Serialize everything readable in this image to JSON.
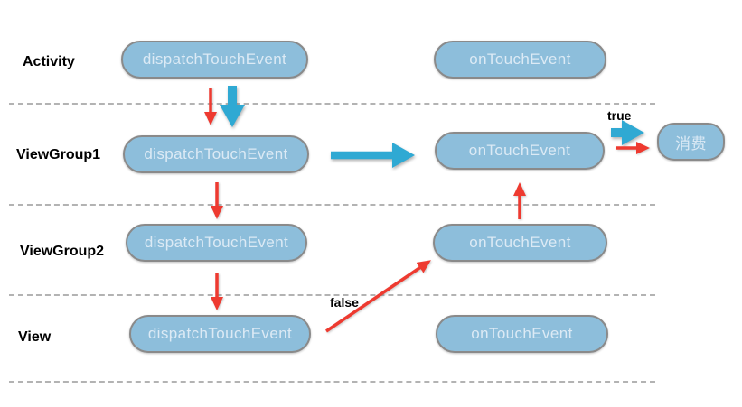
{
  "diagram": {
    "rows": [
      {
        "label": "Activity"
      },
      {
        "label": "ViewGroup1"
      },
      {
        "label": "ViewGroup2"
      },
      {
        "label": "View"
      }
    ],
    "nodes": {
      "activity_dispatch": "dispatchTouchEvent",
      "activity_ontouch": "onTouchEvent",
      "viewgroup1_dispatch": "dispatchTouchEvent",
      "viewgroup1_ontouch": "onTouchEvent",
      "viewgroup2_dispatch": "dispatchTouchEvent",
      "viewgroup2_ontouch": "onTouchEvent",
      "view_dispatch": "dispatchTouchEvent",
      "view_ontouch": "onTouchEvent",
      "consume": "消费"
    },
    "annotations": {
      "true_label": "true",
      "false_label": "false"
    },
    "colors": {
      "background": "#ffffff",
      "node-fill": "#8dbedb",
      "node-border": "#8a8a8a",
      "node-text": "#dceaf5",
      "red-arrow": "#ee3a30",
      "cyan-arrow": "#2fa9d3",
      "row-label": "#000000",
      "divider": "#b3b3b3"
    }
  }
}
